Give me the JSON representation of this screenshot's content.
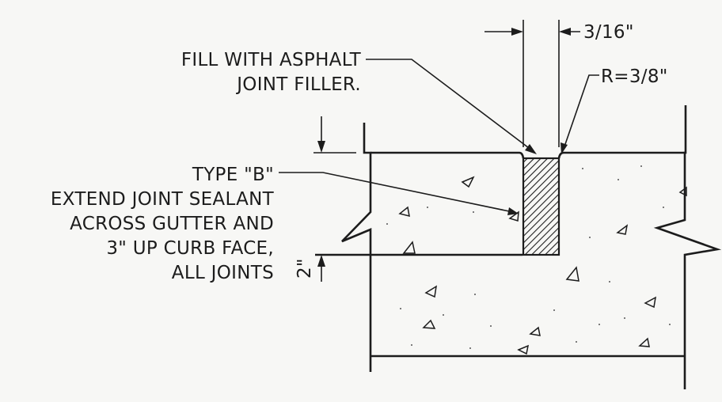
{
  "labels": {
    "fill_line1": "FILL WITH ASPHALT",
    "fill_line2": "JOINT FILLER.",
    "joint_width": "3/16\"",
    "radius": "R=3/8\"",
    "type_line1": "TYPE \"B\"",
    "type_line2": "EXTEND JOINT SEALANT",
    "type_line3": "ACROSS GUTTER AND",
    "type_line4": "3\" UP CURB FACE,",
    "type_line5": "ALL JOINTS",
    "depth": "2\""
  },
  "colors": {
    "ink": "#1c1c1c",
    "paper": "#f7f7f5"
  }
}
